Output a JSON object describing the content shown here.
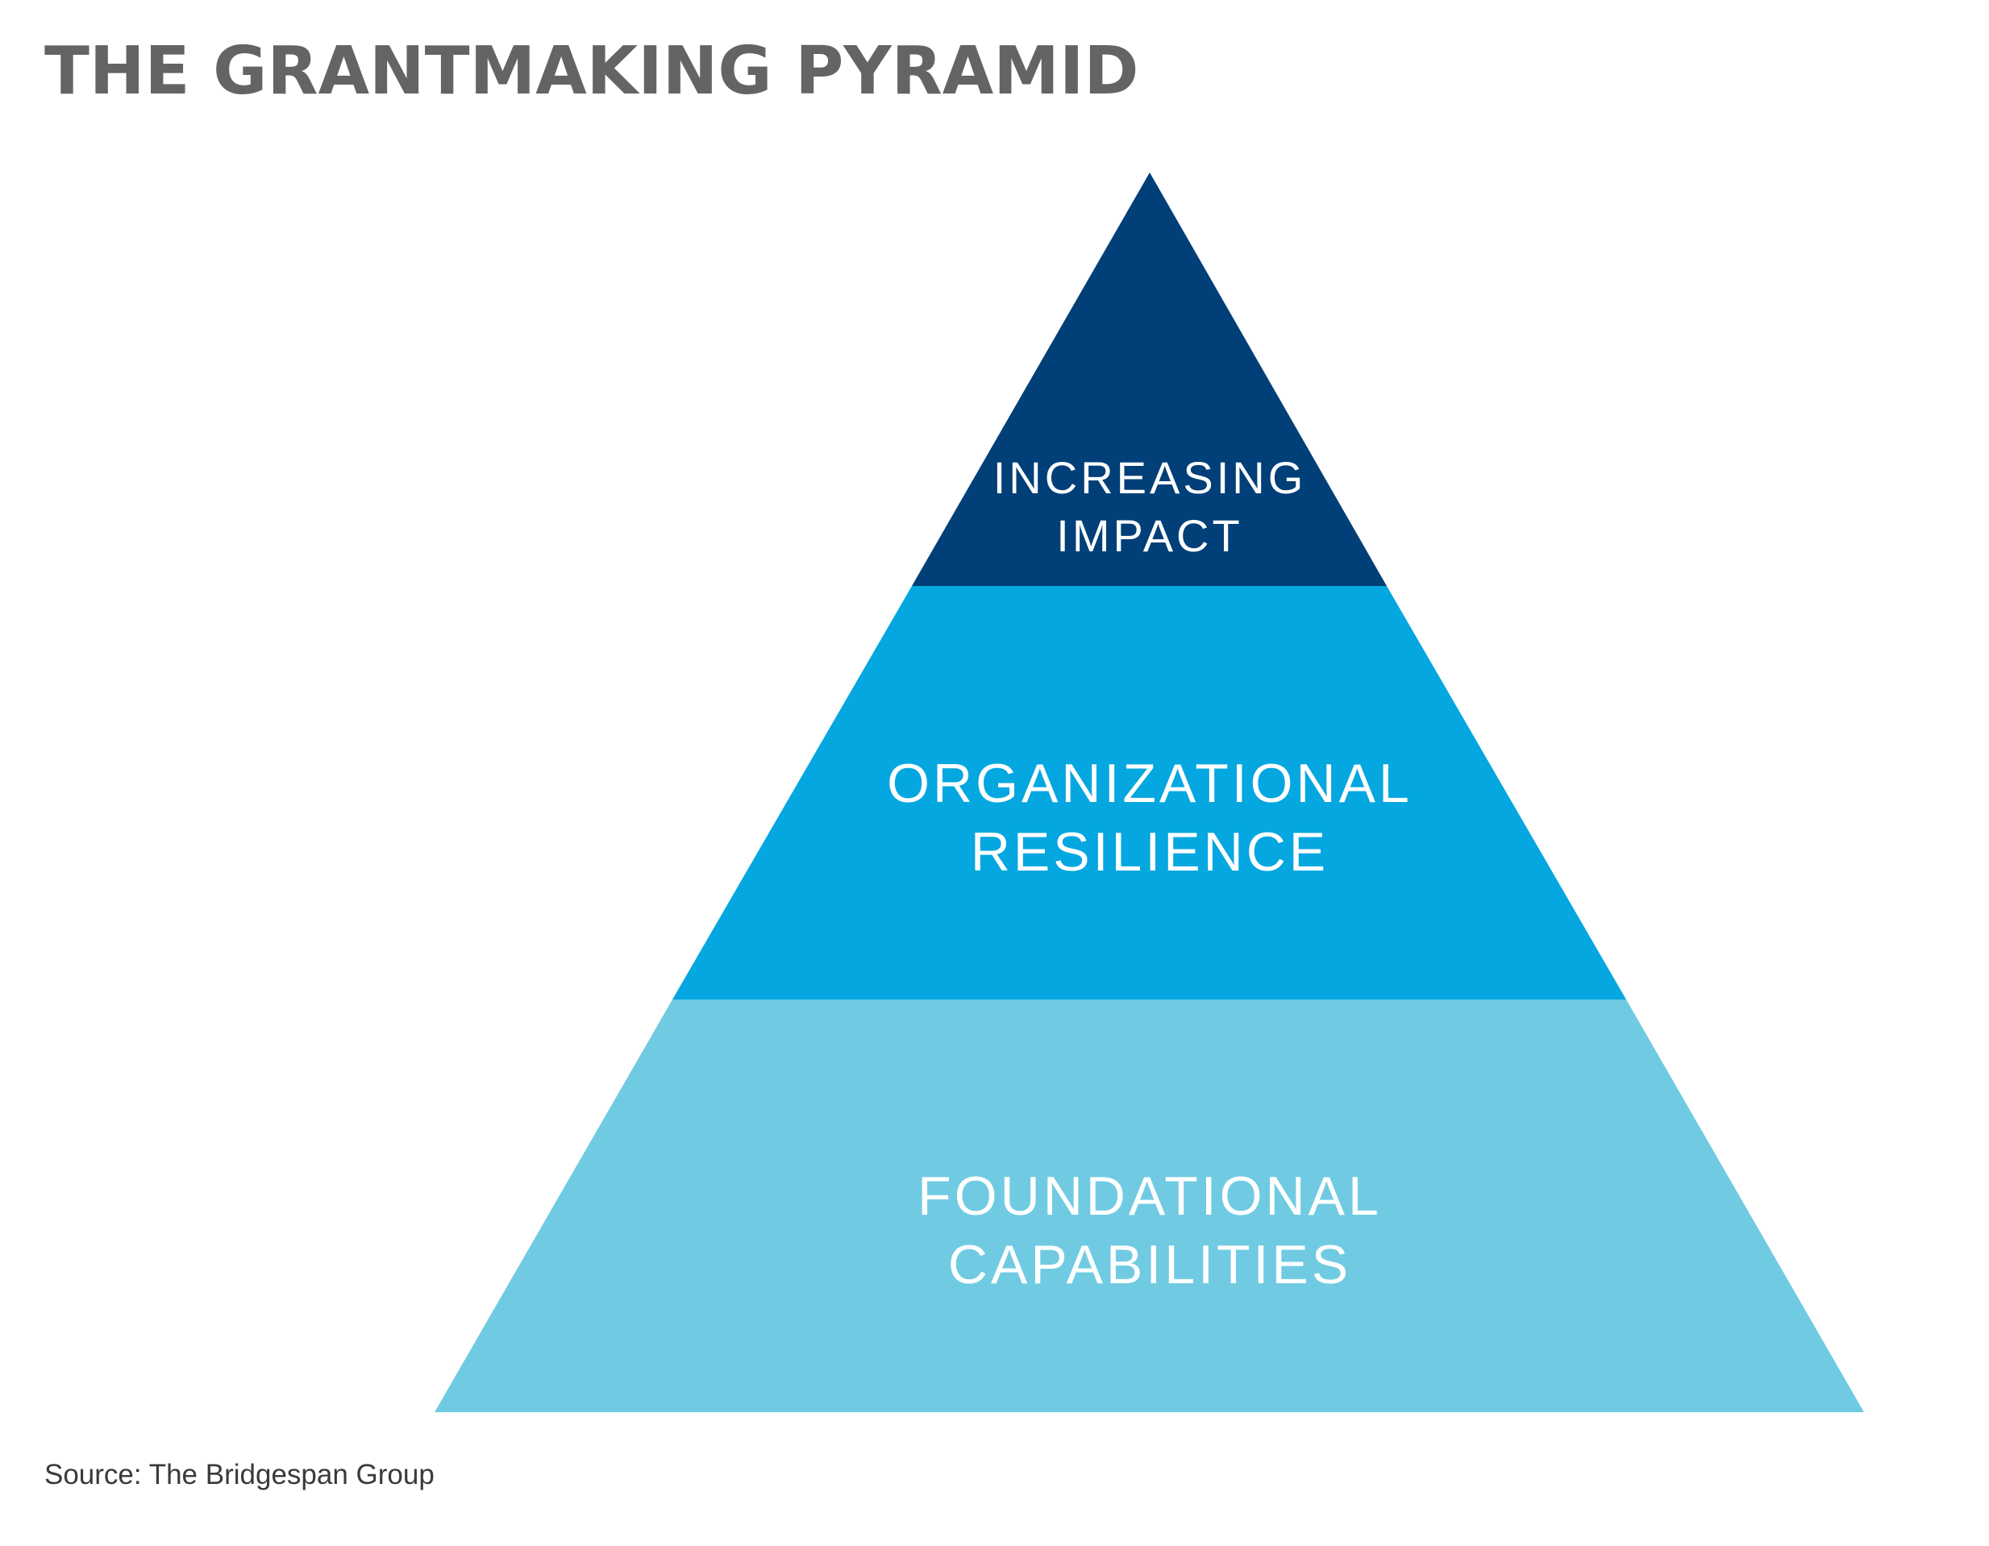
{
  "title": "THE GRANTMAKING PYRAMID",
  "tiers": [
    {
      "line1": "INCREASING",
      "line2": "IMPACT",
      "color": "#003f78"
    },
    {
      "line1": "ORGANIZATIONAL",
      "line2": "RESILIENCE",
      "color": "#04a7df"
    },
    {
      "line1": "FOUNDATIONAL",
      "line2": "CAPABILITIES",
      "color": "#70cbe2"
    }
  ],
  "source": "Source: The Bridgespan Group"
}
